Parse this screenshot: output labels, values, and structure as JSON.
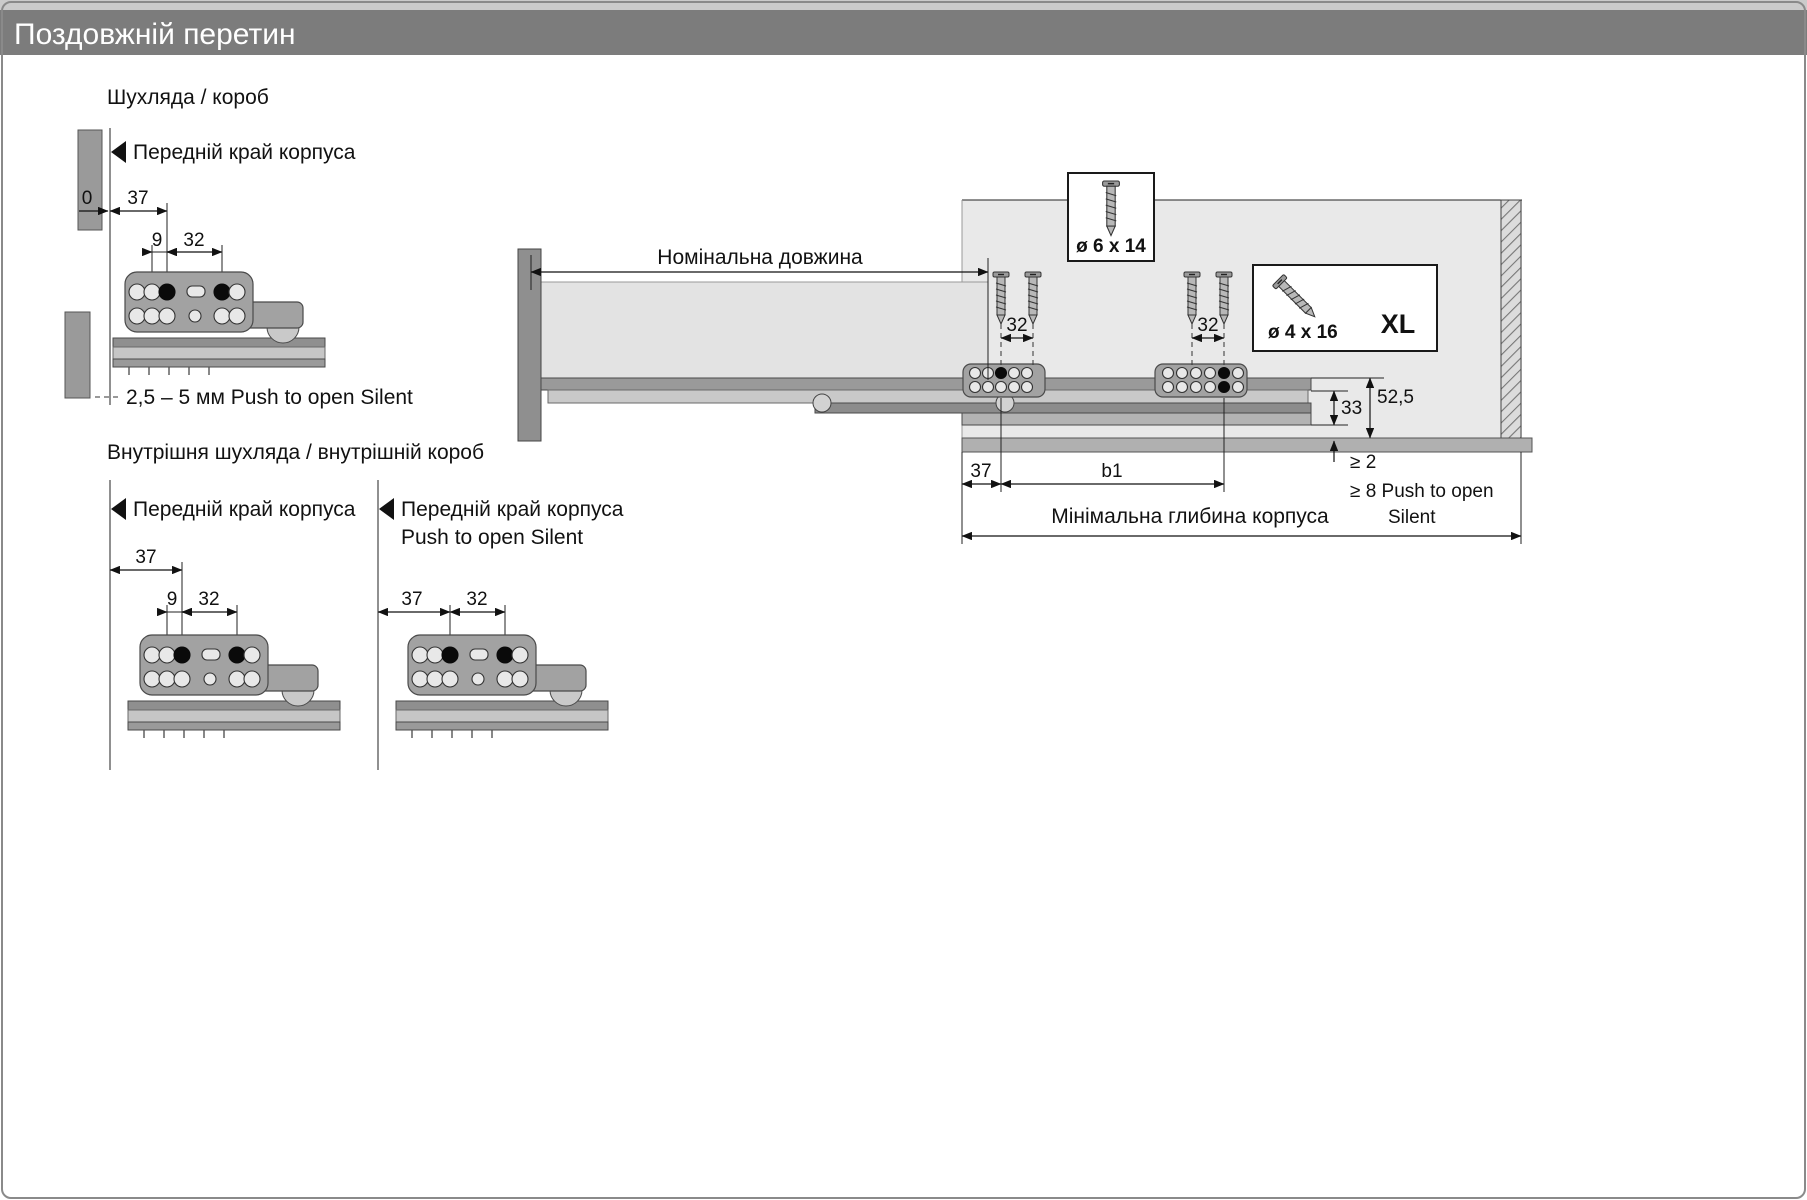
{
  "page": {
    "title": "Поздовжній перетин"
  },
  "dims": {
    "d0": "0",
    "d9": "9",
    "d32": "32",
    "d37": "37",
    "d33": "33",
    "d52_5": "52,5",
    "b1": "b1"
  },
  "labels": {
    "drawer_box": "Шухляда / короб",
    "inner_drawer_box": "Внутрішня шухляда / внутрішній короб",
    "front_edge": "Передній край корпуса",
    "push_to_open_silent": "Push to open Silent",
    "gap_note": "2,5 – 5 мм Push to open Silent",
    "nominal_length": "Номінальна довжина",
    "min_depth": "Мінімальна глибина корпуса",
    "ge2": "≥ 2",
    "ge8": "≥ 8 Push to open",
    "silent": "Silent"
  },
  "screws": {
    "screw1": "ø 6 x 14",
    "screw2": "ø 4 x 16",
    "xl": "XL"
  }
}
